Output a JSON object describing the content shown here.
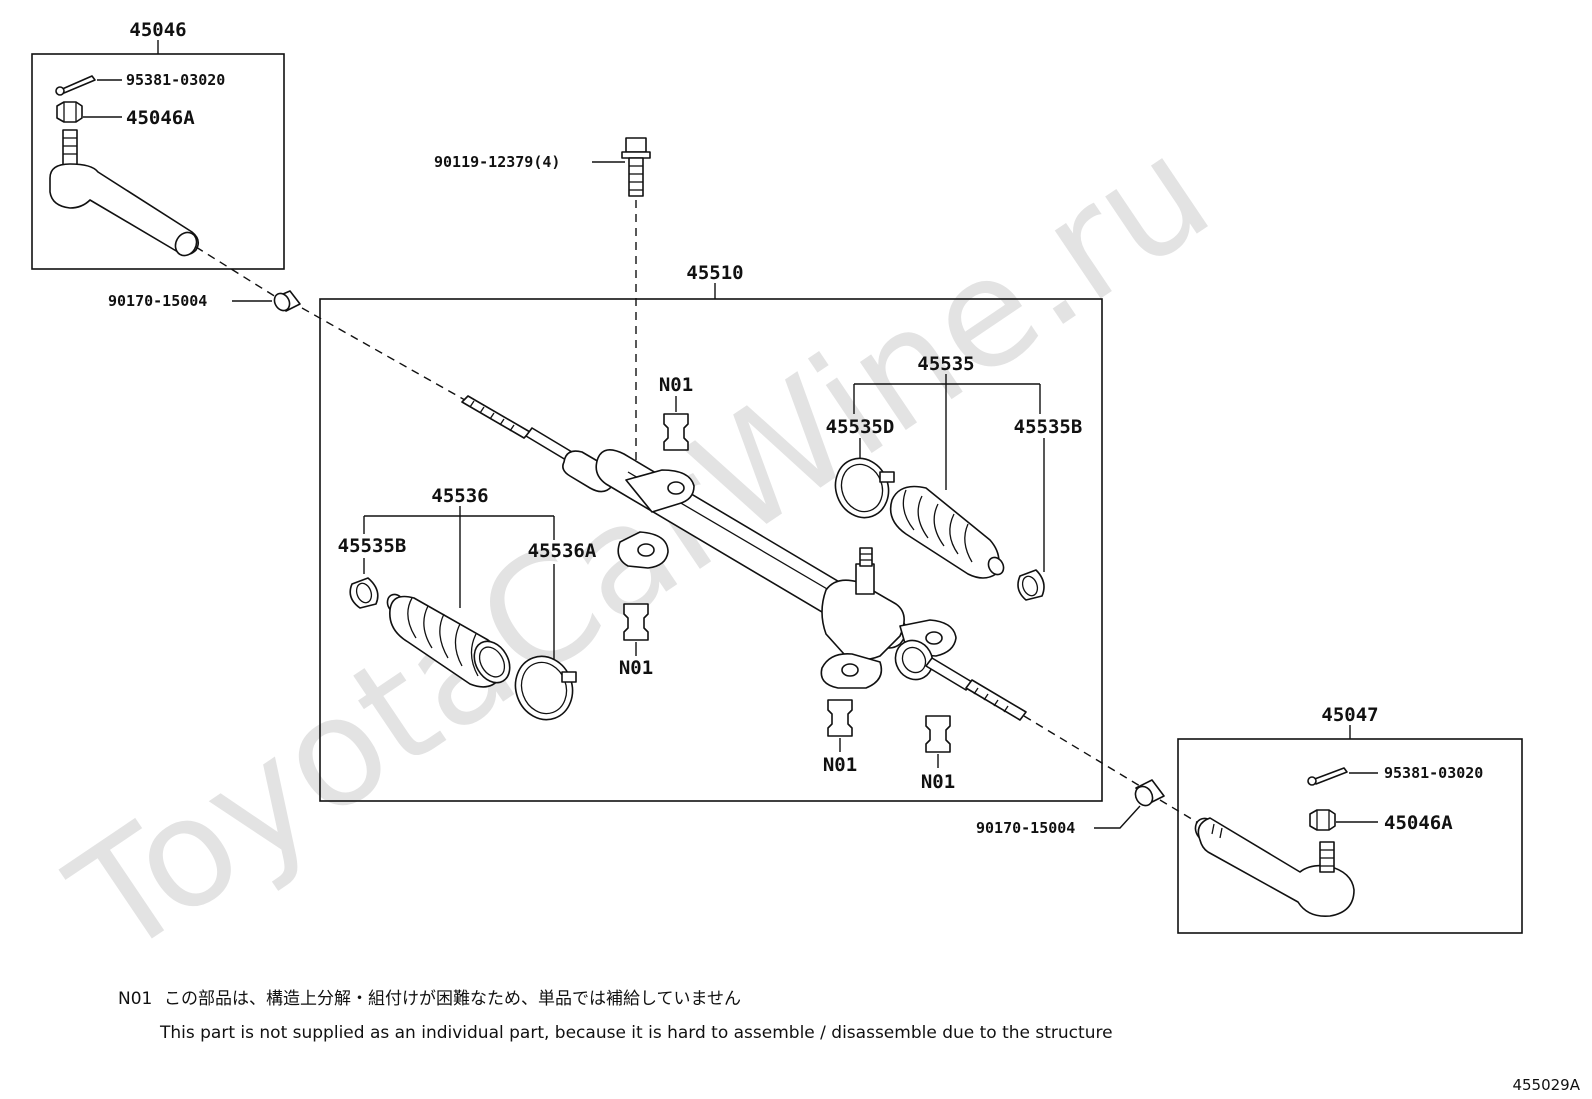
{
  "watermark": "ToyotaCarWine.ru",
  "labels": {
    "tie_rod_end_left_assy": "45046",
    "cotter_pin_left": "95381-03020",
    "nut_left": "45046A",
    "bolt": "90119-12379(4)",
    "bushing_left": "90170-15004",
    "gear_assy": "45510",
    "boot_right_set": "45535",
    "clamp_right_d": "45535D",
    "clip_right_b": "45535B",
    "boot_left_set": "45536",
    "clip_left_b": "45535B",
    "clamp_left_a": "45536A",
    "n01_top": "N01",
    "n01_mid": "N01",
    "n01_bottom_left": "N01",
    "n01_bottom_right": "N01",
    "tie_rod_end_right_assy": "45047",
    "cotter_pin_right": "95381-03020",
    "nut_right": "45046A",
    "bushing_right": "90170-15004"
  },
  "footnote": {
    "code": "N01",
    "japanese": "この部品は、構造上分解・組付けが困難なため、単品では補給していません",
    "english": "This part is not supplied as an individual part, because it is hard to assemble / disassemble due to the structure"
  },
  "figure_id": "455029A"
}
